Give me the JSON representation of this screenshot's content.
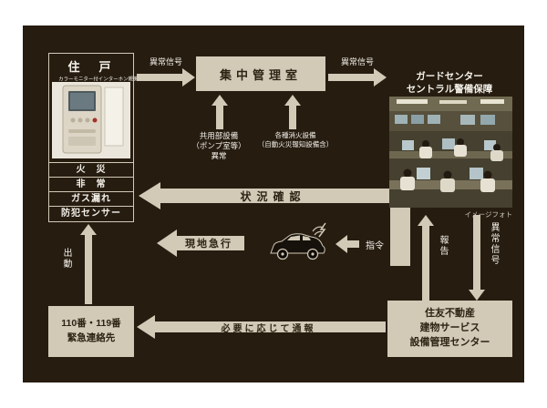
{
  "colors": {
    "bg": "#261c10",
    "beige": "#d3c9b7",
    "darktext": "#2e2415",
    "whitetext": "#f4f1ea"
  },
  "residence": {
    "title": "住　戸",
    "subtitle": "カラーモニター付インターホン親機",
    "alarms": [
      "火　災",
      "非　常",
      "ガス漏れ",
      "防犯センサー"
    ]
  },
  "control_room": {
    "title": "集中管理室"
  },
  "guard_center": {
    "name_line1": "ガードセンター",
    "name_line2": "セントラル警備保障",
    "photo_caption": "イメージフォト"
  },
  "facility_inputs": {
    "common": [
      "共用部設備",
      "（ポンプ室等）",
      "異常"
    ],
    "fire": [
      "各種消火設備",
      "（自動火災報知設備含）"
    ]
  },
  "flows": {
    "abnormal_signal_left": "異常信号",
    "abnormal_signal_right": "異常信号",
    "status_check": "状況確認",
    "rush_to_site": "現地急行",
    "command": "指令",
    "report": "報告",
    "abnormal_signal_down": "異常信号",
    "dispatch": "出動",
    "notify": "必要に応じて通報"
  },
  "management_center": {
    "lines": [
      "住友不動産",
      "建物サービス",
      "設備管理センター"
    ]
  },
  "emergency_contact": {
    "lines": [
      "110番・119番",
      "緊急連絡先"
    ]
  }
}
